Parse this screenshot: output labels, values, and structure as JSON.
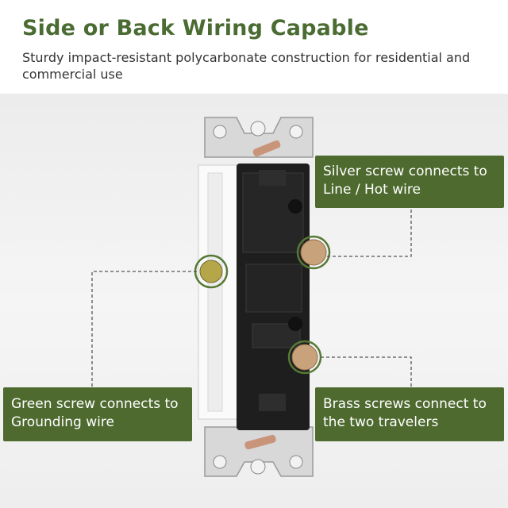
{
  "header": {
    "title": "Side or Back Wiring Capable",
    "subtitle": "Sturdy impact-resistant polycarbonate construction for residential and commercial use"
  },
  "callouts": {
    "silver": {
      "line1": "Silver screw connects to",
      "line2": "Line / Hot wire"
    },
    "green": {
      "line1": "Green screw connects to",
      "line2": "Grounding wire"
    },
    "brass": {
      "line1": "Brass screws connect to",
      "line2": "the two travelers"
    }
  },
  "colors": {
    "title": "#4a6b32",
    "callout_bg": "#4e6a2f",
    "callout_text": "#ffffff"
  }
}
